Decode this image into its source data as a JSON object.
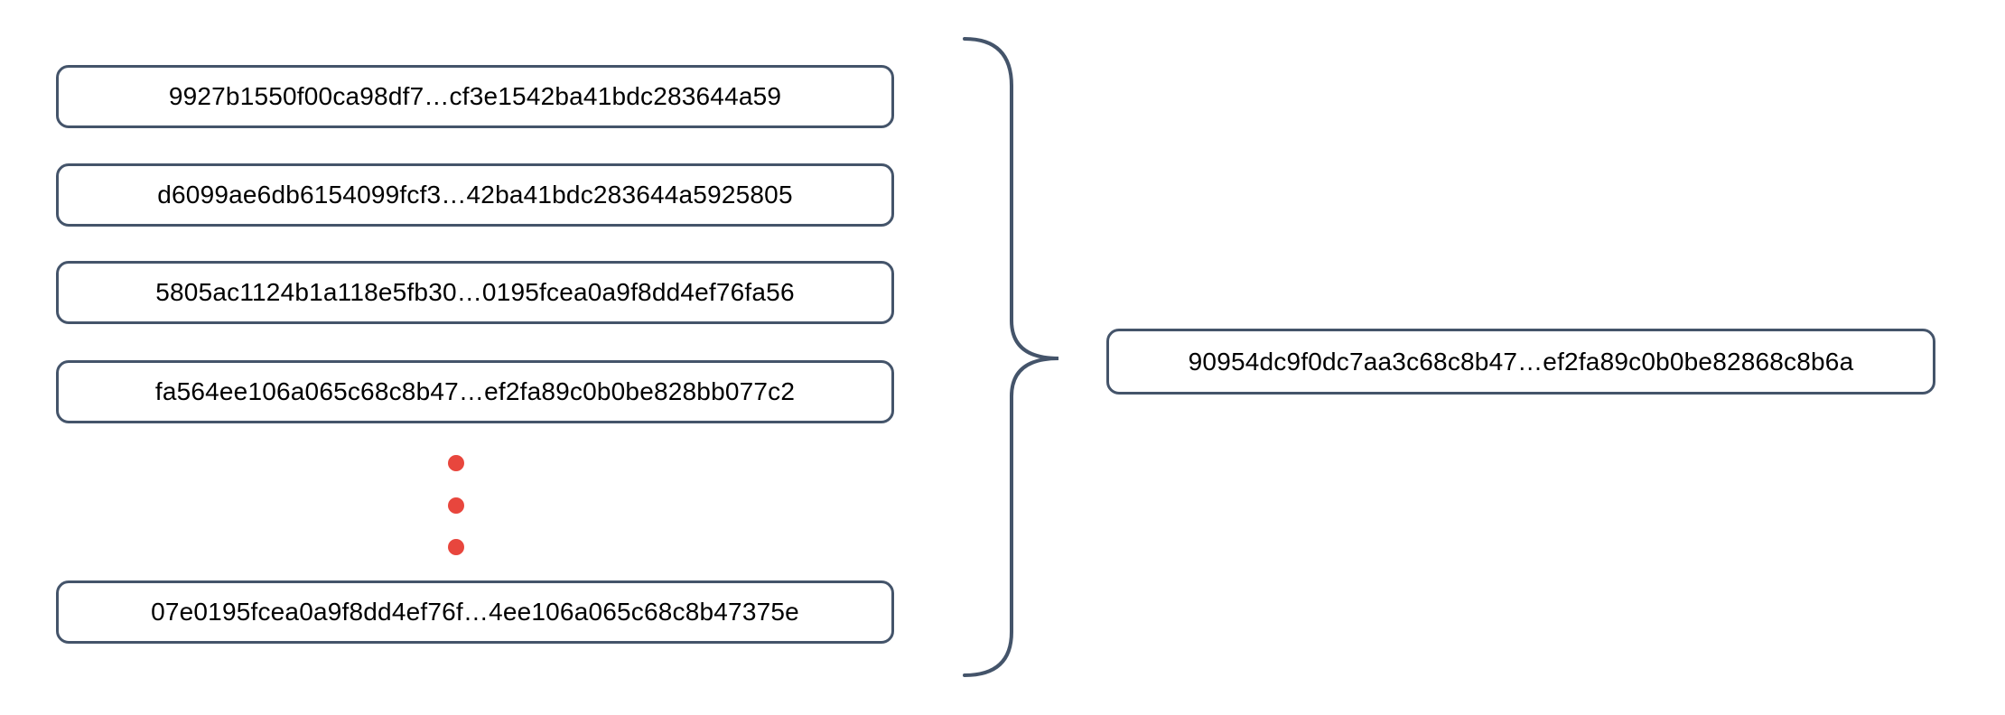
{
  "left_hashes": [
    "9927b1550f00ca98df7…cf3e1542ba41bdc283644a59",
    "d6099ae6db6154099fcf3…42ba41bdc283644a5925805",
    "5805ac1124b1a118e5fb30…0195fcea0a9f8dd4ef76fa56",
    "fa564ee106a065c68c8b47…ef2fa89c0b0be828bb077c2",
    "07e0195fcea0a9f8dd4ef76f…4ee106a065c68c8b47375e"
  ],
  "result_hash": "90954dc9f0dc7aa3c68c8b47…ef2fa89c0b0be82868c8b6a",
  "ellipsis": {
    "dot_count": 3
  },
  "colors": {
    "box_border": "#44546A",
    "brace": "#44546A",
    "ellipsis_dot": "#E8463D",
    "text": "#000000",
    "background": "#FFFFFF"
  }
}
